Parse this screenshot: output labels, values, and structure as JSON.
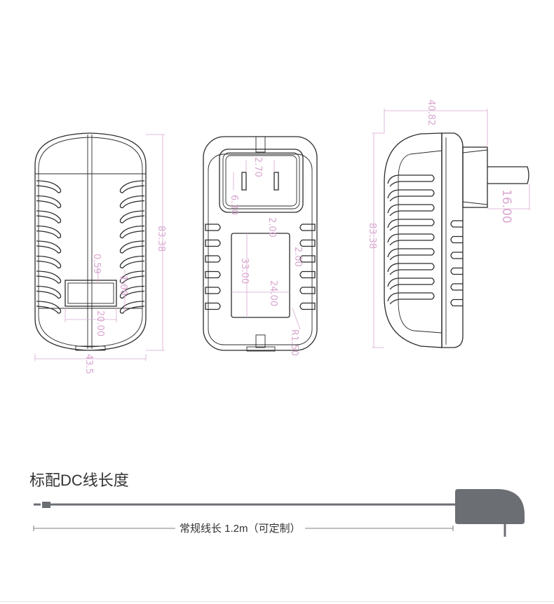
{
  "drawing": {
    "front_view": {
      "height": "83.38",
      "width": "43.5",
      "window_width": "20.00",
      "offset_a": "0.59",
      "offset_b": "1.00"
    },
    "back_view": {
      "pin_spacing": "2.70",
      "pin_length": "6.30",
      "gap_a": "2.00",
      "gap_b": "2.00",
      "label_height": "33.00",
      "label_width": "24.00",
      "corner_radius": "R1.50"
    },
    "side_view": {
      "depth": "40.82",
      "height": "83.38",
      "pin_length": "16.00"
    },
    "colors": {
      "line": "#2b2b2b",
      "dimension": "#d8a6cf",
      "cable": "#6b6e73"
    }
  },
  "cable_section": {
    "title": "标配DC线长度",
    "length_label": "常规线长 1.2m（可定制）"
  }
}
